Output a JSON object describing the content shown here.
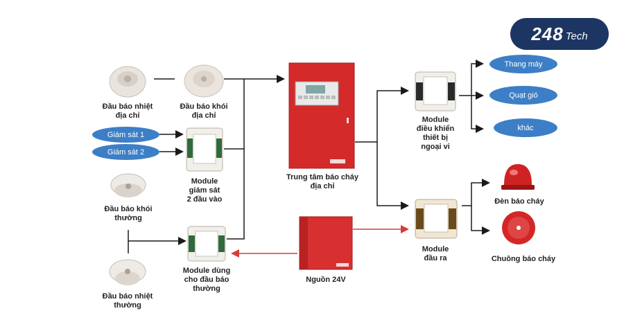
{
  "logo": {
    "number": "248",
    "suffix": "Tech"
  },
  "nodes": {
    "heat_addr": "Đầu báo nhiệt\nđịa chỉ",
    "smoke_addr": "Đầu báo khói\nđịa chỉ",
    "monitor_module": "Module\ngiám sát\n2 đầu vào",
    "smoke_conv": "Đầu báo khói\nthường",
    "heat_conv": "Đầu báo nhiệt\nthường",
    "conv_module": "Module dùng\ncho đầu báo\nthường",
    "panel": "Trung tâm báo cháy\nđịa chỉ",
    "power": "Nguồn 24V",
    "control_module": "Module\nđiều khiển\nthiết bị\nngoại vi",
    "output_module": "Module\nđầu ra",
    "lamp": "Đèn báo cháy",
    "bell": "Chuông báo cháy"
  },
  "inputs": {
    "sup1": "Giám sát 1",
    "sup2": "Giám sát 2"
  },
  "outputs": {
    "elevator": "Thang máy",
    "fan": "Quạt gió",
    "other": "khác"
  },
  "colors": {
    "pill": "#3d7fc6",
    "panel": "#d42a2a",
    "logo": "#1c3563",
    "arrow_red": "#d93a3a",
    "wire": "#1a1a1a"
  }
}
